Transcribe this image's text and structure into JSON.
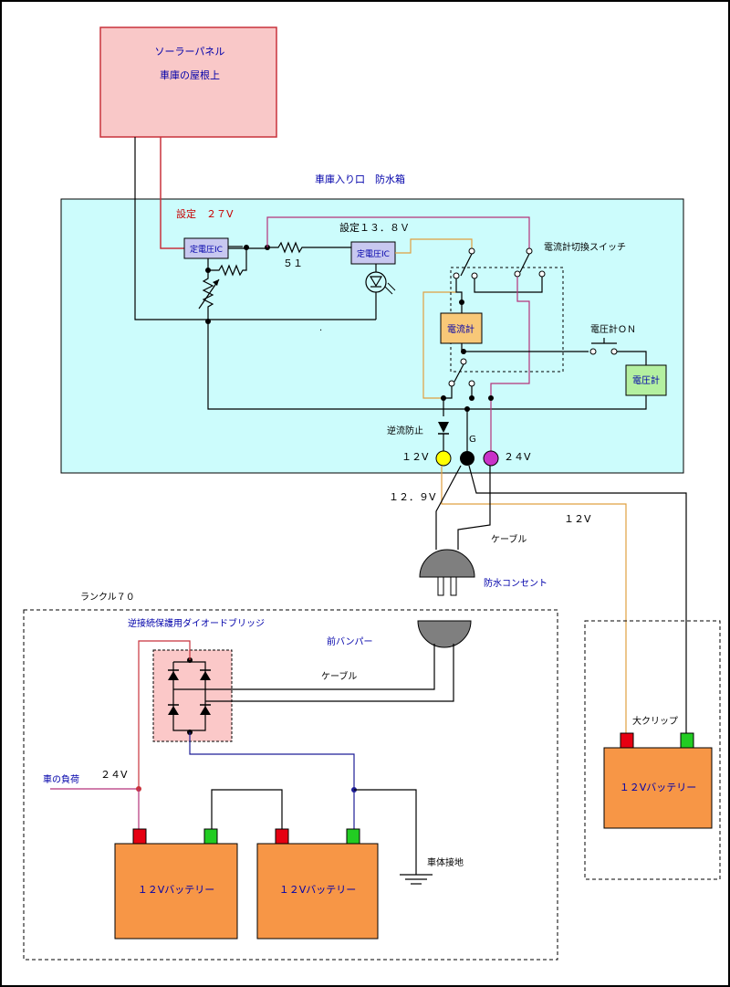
{
  "labels": {
    "solar_panel_line1": "ソーラーパネル",
    "solar_panel_line2": "車庫の屋根上",
    "box_title": "車庫入り口　防水箱",
    "setting_27v": "設定　２７V",
    "setting_138v": "設定１３．８Ｖ",
    "resistor_51": "５１",
    "regulator_ic_1": "定電圧IC",
    "regulator_ic_2": "定電圧IC",
    "ammeter_switch": "電流計切換スイッチ",
    "ammeter": "電流計",
    "voltmeter_on": "電圧計ＯＮ",
    "voltmeter": "電圧計",
    "reverse_prevent": "逆流防止",
    "terminal_12v": "１２V",
    "terminal_g": "G",
    "terminal_24v": "２４V",
    "output_129v": "１２．９V",
    "cable_top": "ケーブル",
    "waterproof_outlet": "防水コンセント",
    "label_12v_right": "１２V",
    "land_cruiser": "ランクル７０",
    "diode_bridge": "逆接続保護用ダイオードブリッジ",
    "front_bumper": "前バンパー",
    "cable_bottom": "ケーブル",
    "car_load": "車の負荷",
    "label_24v_bottom": "２４V",
    "battery_left": "１２Vバッテリー",
    "battery_middle": "１２Vバッテリー",
    "chassis_ground": "車体接地",
    "big_clip": "大クリップ",
    "battery_right": "１２Vバッテリー"
  },
  "colors": {
    "panel_fill": "#f9c8c8",
    "panel_border": "#c8323c",
    "box_fill": "#ccfcfc",
    "ic_fill": "#c8c8f0",
    "ammeter_fill": "#f8c878",
    "voltmeter_fill": "#b4f0a0",
    "battery_fill": "#f79646",
    "bridge_fill": "#fbc8c8",
    "terminal_pos": "#e60012",
    "terminal_neg": "#22cc22",
    "wire_red": "#c8323c",
    "wire_magenta": "#b4327a",
    "wire_orange": "#e0a040",
    "wire_blue": "#1e1e96",
    "wire_black": "#000000",
    "jack_yellow": "#ffff00",
    "jack_purple": "#c832c8",
    "text_blue": "#0000aa",
    "text_red": "#c80000"
  }
}
